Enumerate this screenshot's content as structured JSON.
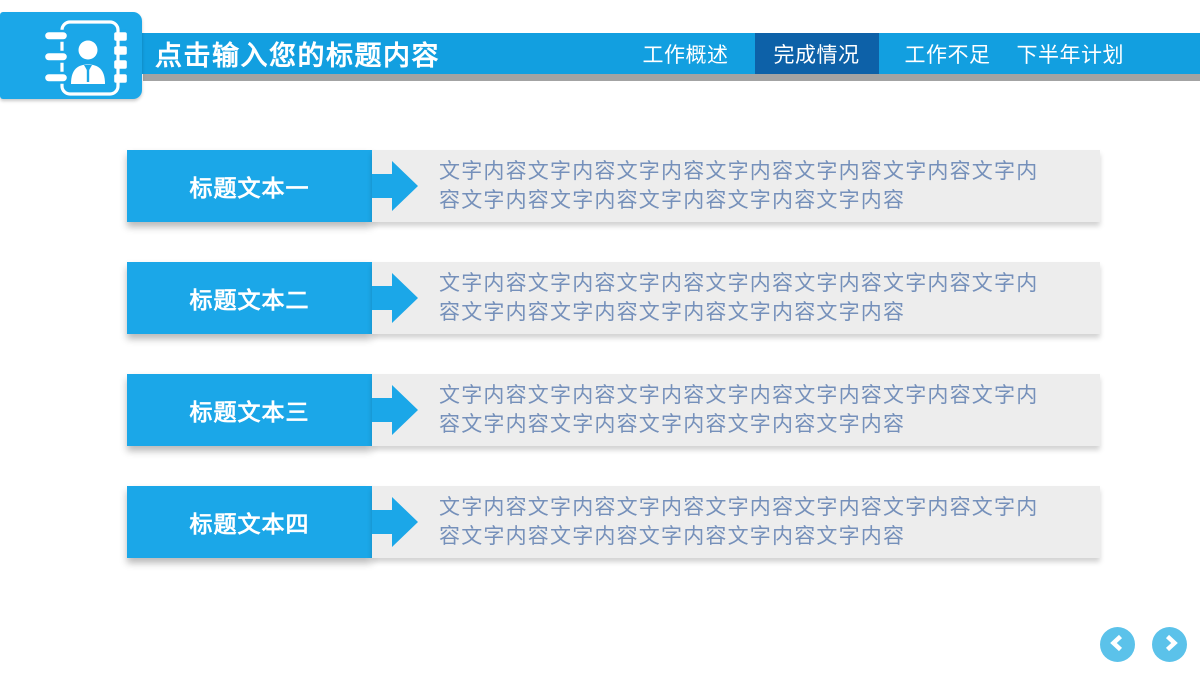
{
  "header": {
    "title": "点击输入您的标题内容",
    "tabs": [
      {
        "label": "工作概述",
        "active": false
      },
      {
        "label": "完成情况",
        "active": true
      },
      {
        "label": "工作不足",
        "active": false
      },
      {
        "label": "下半年计划",
        "active": false
      }
    ]
  },
  "rows": [
    {
      "title": "标题文本一",
      "body": "文字内容文字内容文字内容文字内容文字内容文字内容文字内容文字内容文字内容文字内容文字内容文字内容"
    },
    {
      "title": "标题文本二",
      "body": "文字内容文字内容文字内容文字内容文字内容文字内容文字内容文字内容文字内容文字内容文字内容文字内容"
    },
    {
      "title": "标题文本三",
      "body": "文字内容文字内容文字内容文字内容文字内容文字内容文字内容文字内容文字内容文字内容文字内容文字内容"
    },
    {
      "title": "标题文本四",
      "body": "文字内容文字内容文字内容文字内容文字内容文字内容文字内容文字内容文字内容文字内容文字内容文字内容"
    }
  ],
  "nav": {
    "prev_icon": "chevron-left",
    "next_icon": "chevron-right"
  },
  "colors": {
    "accent": "#1BA7E8",
    "bar": "#129FE0",
    "active_tab": "#0D61A8",
    "nav_circle": "#5BC2EA",
    "body_text": "#7590BA",
    "panel": "#EDEDED",
    "bar_shadow": "#8F8F8F"
  }
}
